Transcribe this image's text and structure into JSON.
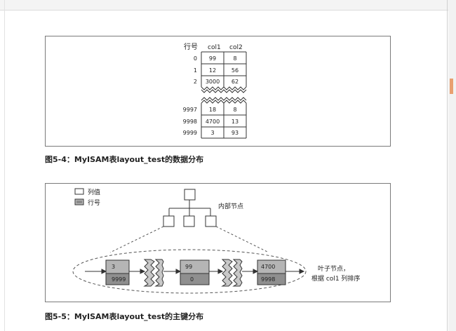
{
  "figure1": {
    "caption": "图5-4：MyISAM表layout_test的数据分布",
    "table": {
      "headers": [
        "行号",
        "col1",
        "col2"
      ],
      "top_rows": [
        {
          "row": "0",
          "col1": "99",
          "col2": "8"
        },
        {
          "row": "1",
          "col1": "12",
          "col2": "56"
        },
        {
          "row": "2",
          "col1": "3000",
          "col2": "62"
        }
      ],
      "bottom_rows": [
        {
          "row": "9997",
          "col1": "18",
          "col2": "8"
        },
        {
          "row": "9998",
          "col1": "4700",
          "col2": "13"
        },
        {
          "row": "9999",
          "col1": "3",
          "col2": "93"
        }
      ]
    }
  },
  "figure2": {
    "caption": "图5-5：MyISAM表layout_test的主键分布",
    "legend": {
      "column_value": "列值",
      "row_number": "行号"
    },
    "internal_label": "内部节点",
    "leaf_label_line1": "叶子节点，",
    "leaf_label_line2": "根据 col1 列排序",
    "leaves": [
      {
        "value": "3",
        "row": "9999"
      },
      {
        "value": "99",
        "row": "0"
      },
      {
        "value": "4700",
        "row": "9998"
      }
    ]
  }
}
